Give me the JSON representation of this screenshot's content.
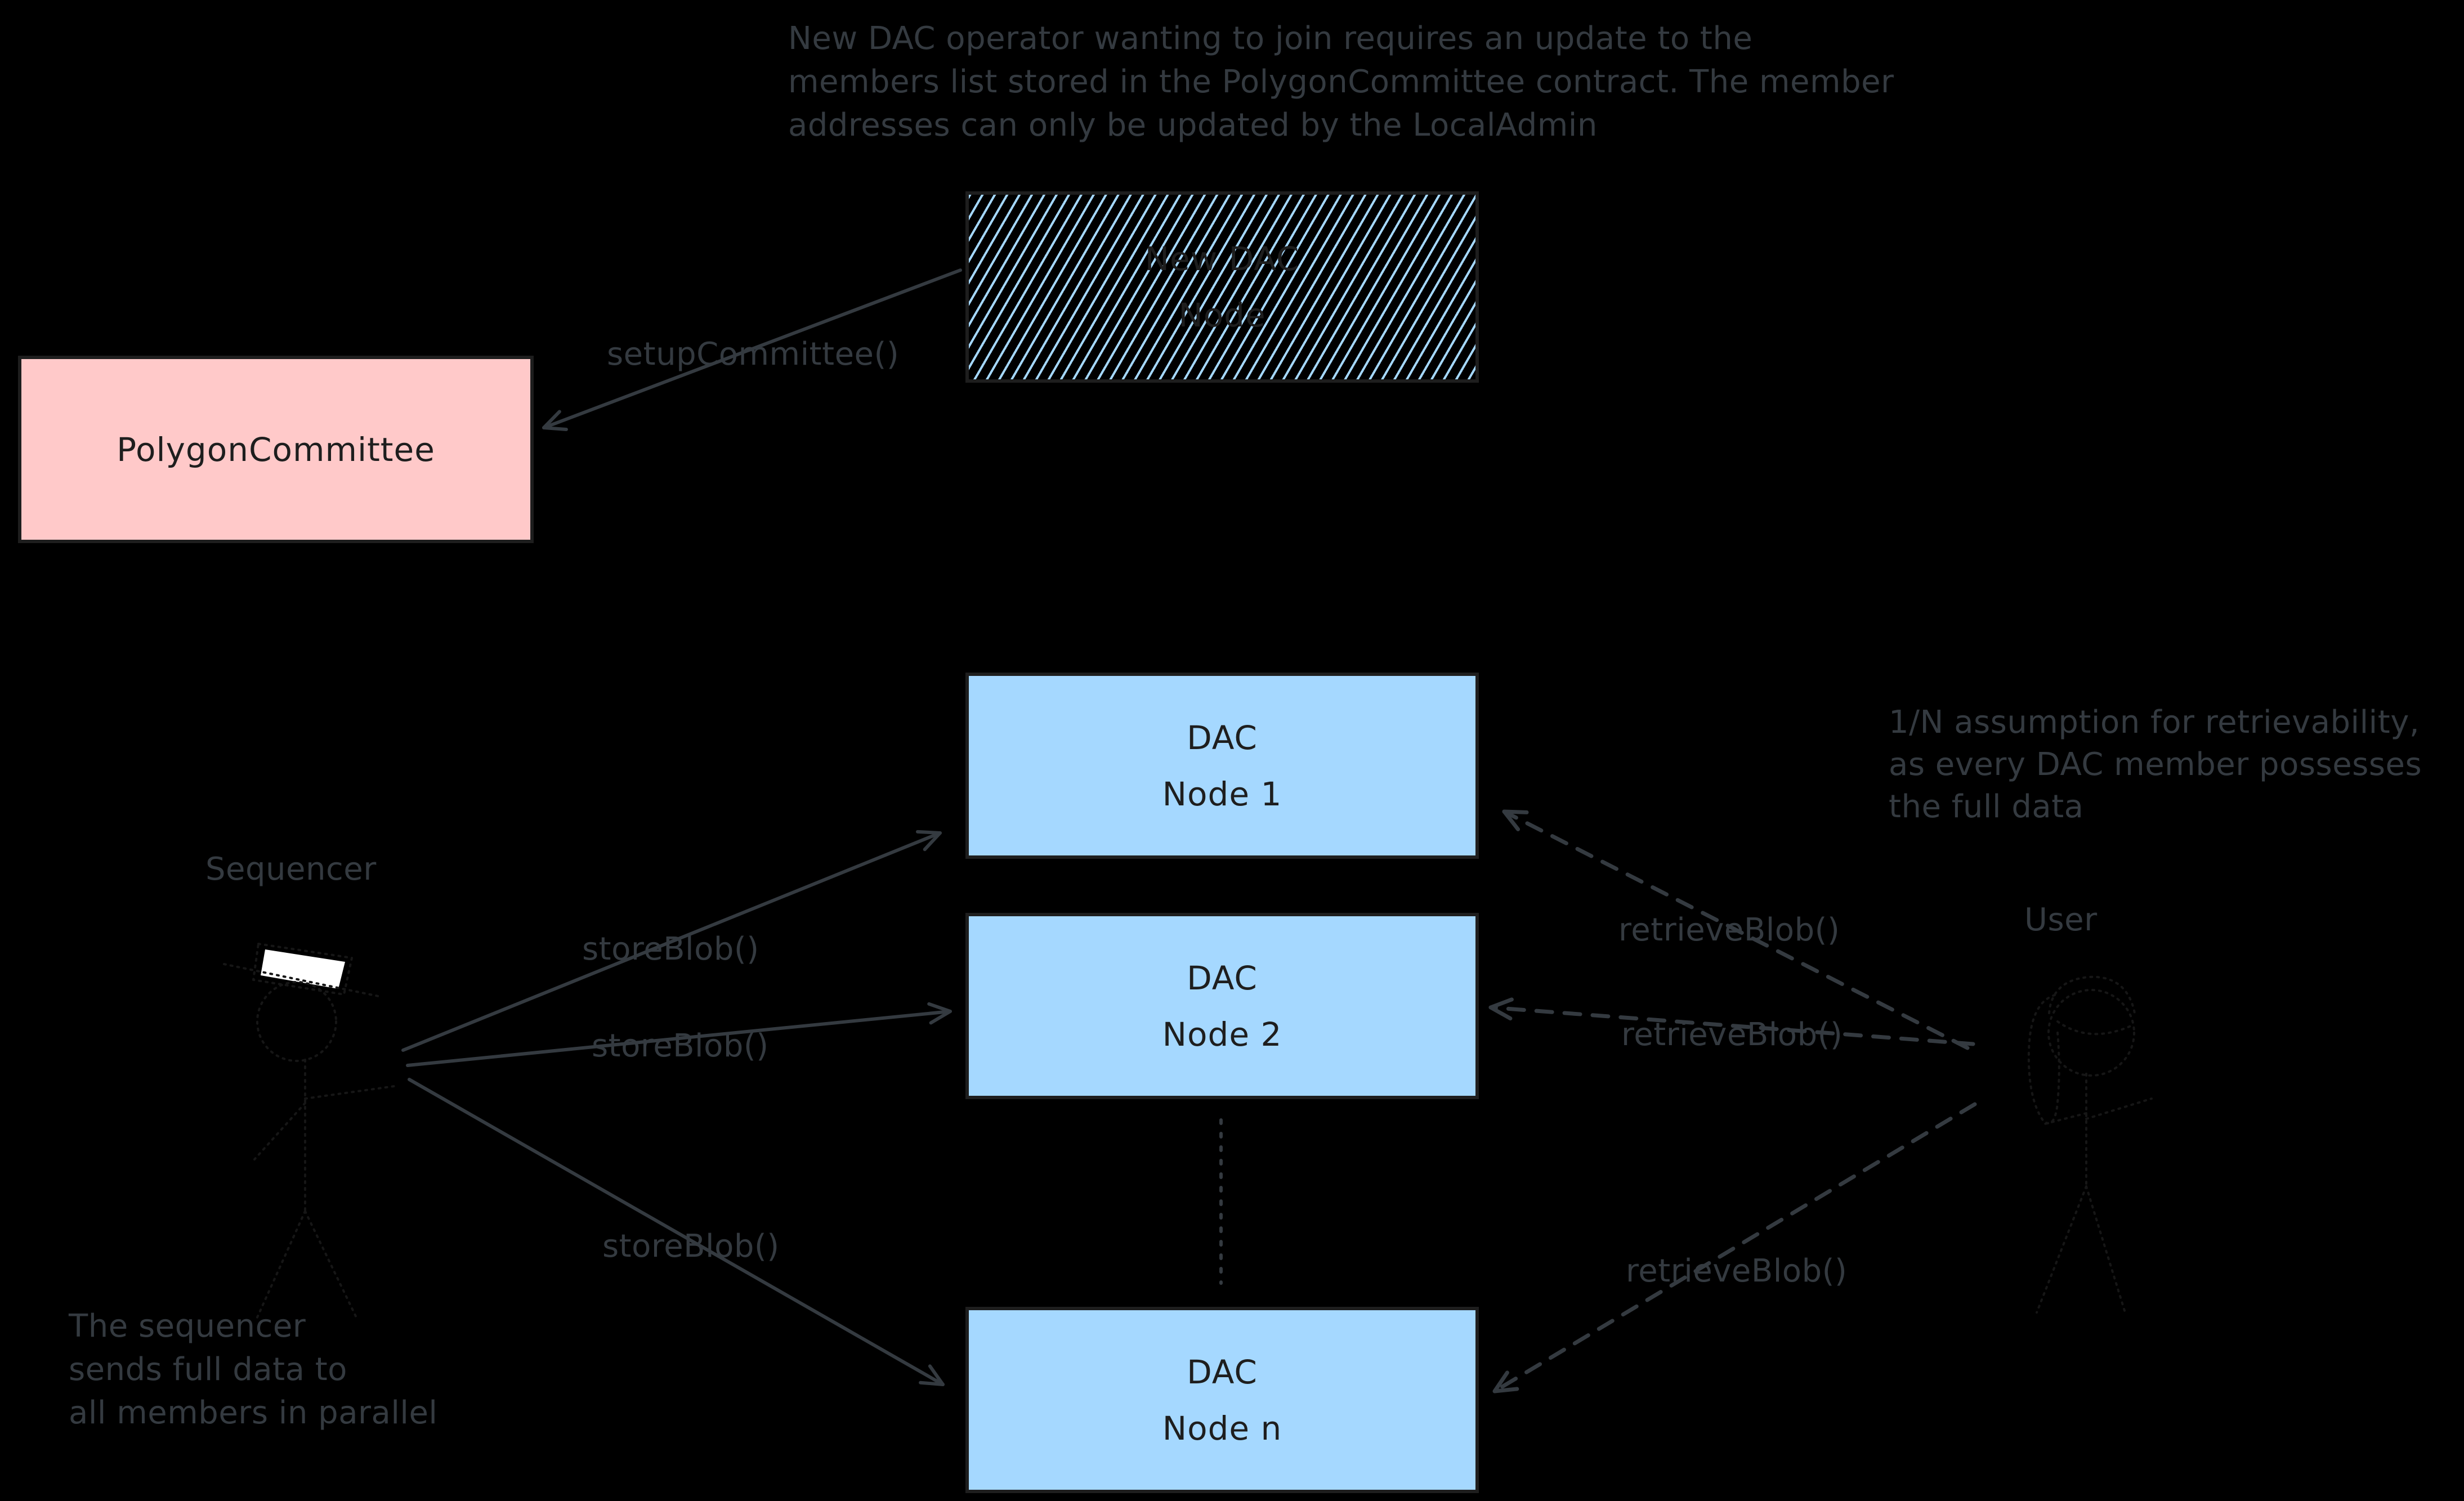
{
  "colors": {
    "background": "#000000",
    "pink-fill": "#ffc9c9",
    "blue-fill": "#a5d8ff",
    "stroke-dark": "#1e1e1e",
    "ink": "#343a40",
    "faint": "#161616",
    "hat-white": "#ffffff"
  },
  "annotations": {
    "top_note": {
      "lines": [
        "New DAC operator wanting to join requires an update to the",
        "members list stored in the PolygonCommittee contract. The member",
        "addresses can only be updated by the LocalAdmin"
      ]
    },
    "retrievability_note": {
      "lines": [
        "1/N assumption for retrievability,",
        "as every DAC member possesses",
        "the full data"
      ]
    },
    "sequencer_note": {
      "lines": [
        "The sequencer",
        "sends full data to",
        "all members in parallel"
      ]
    }
  },
  "actors": {
    "sequencer": {
      "label": "Sequencer"
    },
    "user": {
      "label": "User"
    }
  },
  "boxes": {
    "polygon_committee": {
      "label": "PolygonCommittee"
    },
    "new_dac_node": {
      "lines": [
        "New DAC",
        "Node"
      ]
    },
    "dac_node_1": {
      "lines": [
        "DAC",
        "Node 1"
      ]
    },
    "dac_node_2": {
      "lines": [
        "DAC",
        "Node 2"
      ]
    },
    "dac_node_n": {
      "lines": [
        "DAC",
        "Node n"
      ]
    }
  },
  "arrow_labels": {
    "setup_committee": "setupCommittee()",
    "store_blob_1": "storeBlob()",
    "store_blob_2": "storeBlob()",
    "store_blob_3": "storeBlob()",
    "retrieve_blob_1": "retrieveBlob()",
    "retrieve_blob_2": "retrieveBlob()",
    "retrieve_blob_3": "retrieveBlob()"
  }
}
